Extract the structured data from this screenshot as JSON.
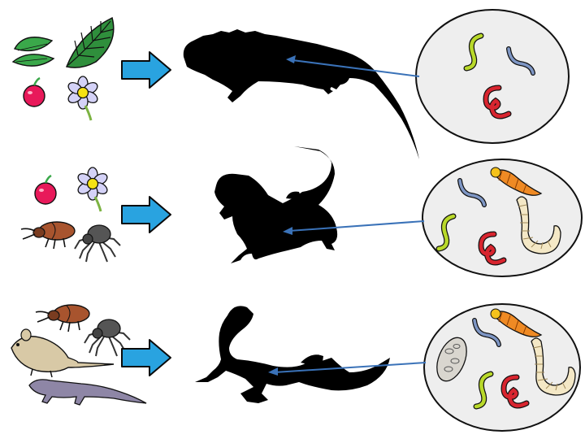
{
  "colors": {
    "background": "#ffffff",
    "arrow_fill": "#29a3e0",
    "arrow_outline": "#0a0a0a",
    "pointer_line": "#3a72b8",
    "silhouette": "#000000",
    "circle_fill": "#eeeeee",
    "leaf_green": "#3aa84a",
    "fern_green": "#2f8f3c",
    "apple_pink": "#e8195a",
    "daisy_petal": "#d4d2f7",
    "daisy_center": "#f5e214",
    "beetle_brown": "#a8542e",
    "spider_gray": "#555555",
    "mouse_tan": "#d8c9a6",
    "lizard_lavender": "#8e86a6",
    "worm_lime": "#b9d92a",
    "worm_blue": "#7e96c4",
    "worm_red": "#d8252f",
    "larva_cream": "#f4e8c6",
    "larva_orange": "#ef8a24",
    "egg_gray": "#d9d6cf"
  },
  "rows": [
    {
      "id": "herbivore",
      "diet": [
        "leaf-icon",
        "fern-icon",
        "apple-icon",
        "flower-icon"
      ],
      "animal": "iguana-silhouette",
      "parasites": [
        "worm-lime-icon",
        "worm-blue-icon",
        "worm-red-icon"
      ]
    },
    {
      "id": "omnivore",
      "diet": [
        "apple-icon",
        "flower-icon",
        "beetle-icon",
        "spider-icon"
      ],
      "animal": "bearded-dragon-silhouette",
      "parasites": [
        "larva-orange-icon",
        "worm-blue-icon",
        "worm-lime-icon",
        "worm-red-icon",
        "larva-cream-icon"
      ]
    },
    {
      "id": "carnivore",
      "diet": [
        "beetle-icon",
        "spider-icon",
        "mouse-icon",
        "lizard-icon"
      ],
      "animal": "monitor-lizard-silhouette",
      "parasites": [
        "parasite-egg-icon",
        "worm-blue-icon",
        "larva-orange-icon",
        "larva-cream-icon",
        "worm-lime-icon",
        "worm-red-icon"
      ]
    }
  ]
}
